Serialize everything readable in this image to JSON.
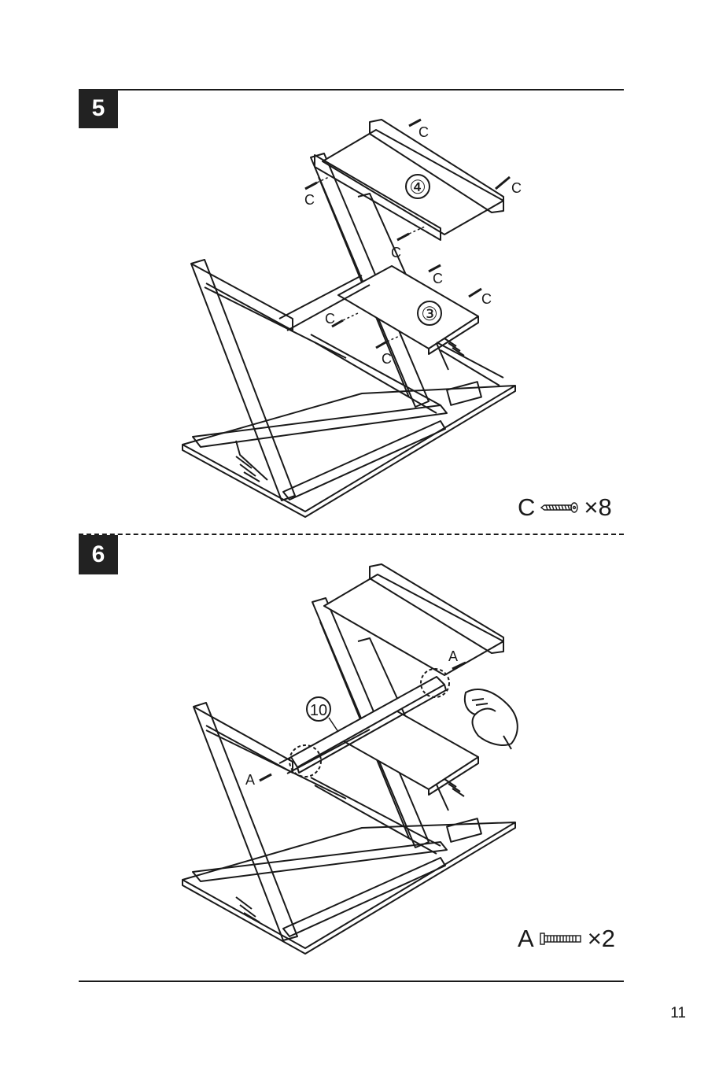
{
  "steps": [
    {
      "number": "5",
      "callouts": {
        "c": "C",
        "shelf_top": "④",
        "shelf_lower": "③"
      },
      "hardware": {
        "letter": "C",
        "quantity": "×8",
        "icon": "screw-icon"
      }
    },
    {
      "number": "6",
      "callouts": {
        "a": "A",
        "bar": "10"
      },
      "hardware": {
        "letter": "A",
        "quantity": "×2",
        "icon": "bolt-icon"
      }
    }
  ],
  "page_number": "11"
}
